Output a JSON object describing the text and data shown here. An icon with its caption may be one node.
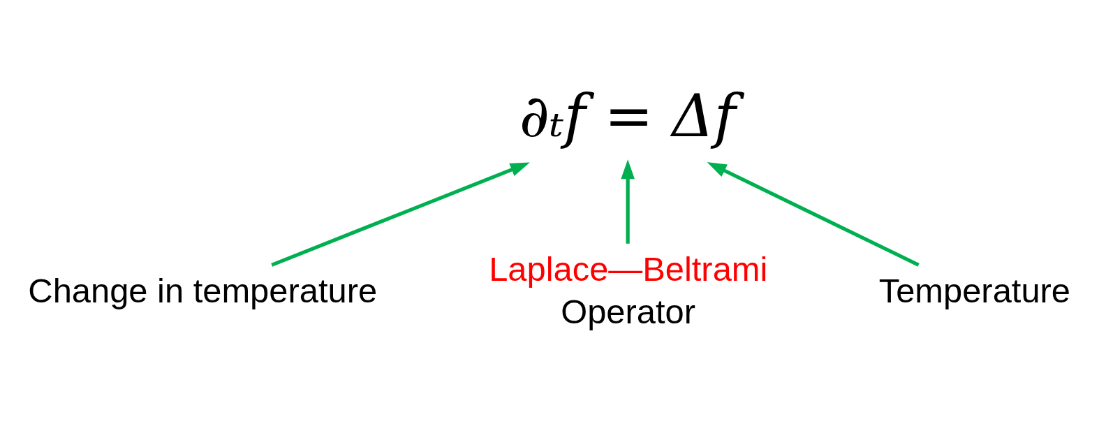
{
  "diagram": {
    "nodes": [
      {
        "text": [
          "∂ₜf = Δf"
        ]
      },
      {
        "text": [
          "Change in temperature"
        ]
      },
      {
        "text": [
          "Laplace—Beltrami",
          "Operator"
        ]
      },
      {
        "text": [
          "Temperature"
        ]
      }
    ],
    "edges": [
      {
        "from": 1,
        "to": 0,
        "arrow": "to"
      },
      {
        "from": 2,
        "to": 0,
        "arrow": "to"
      },
      {
        "from": 3,
        "to": 0,
        "arrow": "to"
      }
    ]
  }
}
